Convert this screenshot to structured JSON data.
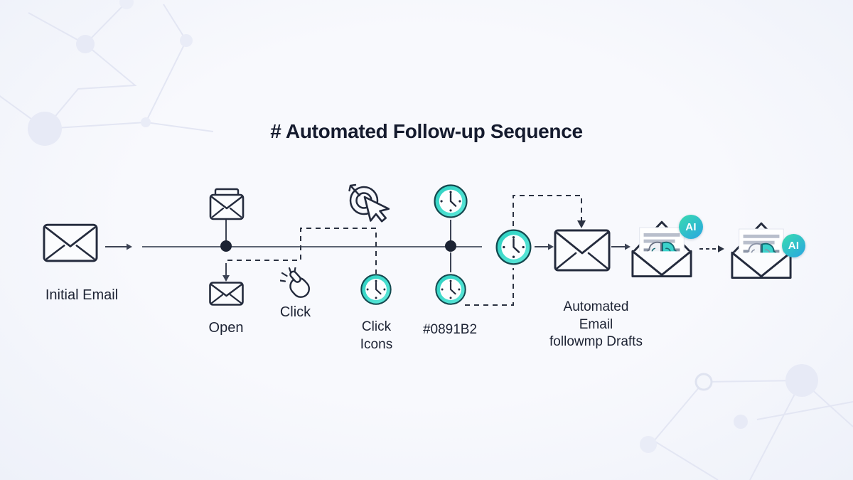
{
  "title": "# Automated Follow-up Sequence",
  "labels": {
    "initial_email": "Initial Email",
    "open": "Open",
    "click": "Click",
    "click_icons": "Click\nIcons",
    "color_code": "#0891B2",
    "automated_drafts": "Automated\nEmail\nfollowmp Drafts"
  },
  "badge": {
    "ai": "AI"
  },
  "icons": {
    "initial": "closed-envelope-icon",
    "received": "envelope-with-letter-icon",
    "opened": "closed-envelope-icon",
    "tap": "tap-click-hand-icon",
    "target": "target-with-cursor-icon",
    "timers": "teal-clock-icon",
    "draft": "closed-envelope-icon",
    "ai_mail": "open-envelope-brain-ai-icon"
  },
  "colors": {
    "background": "#F4F6FB",
    "ink": "#242B3D",
    "timeline": "#5B6372",
    "clock_ring": "#2FD8C8",
    "clock_ring_outline": "#14494F",
    "ai_badge_start": "#38D9B2",
    "ai_badge_end": "#2AA8DF",
    "decor_network": "#E3E6F3"
  }
}
